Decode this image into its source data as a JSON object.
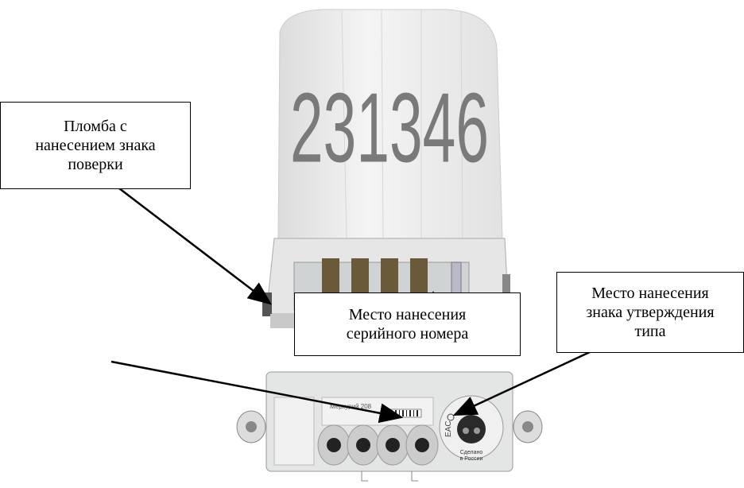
{
  "callouts": {
    "seal": {
      "line1": "Пломба с",
      "line2": "нанесением знака",
      "line3": "поверки"
    },
    "serial": {
      "line1": "Место нанесения",
      "line2": "серийного номера"
    },
    "approval": {
      "line1": "Место нанесения",
      "line2": "знака утверждения",
      "line3": "типа"
    }
  },
  "meter": {
    "cover_number": "231346",
    "model_label": "Меркурий 208",
    "eac_mark": "EAC",
    "made_in_line1": "Сделано",
    "made_in_line2": "в России"
  }
}
